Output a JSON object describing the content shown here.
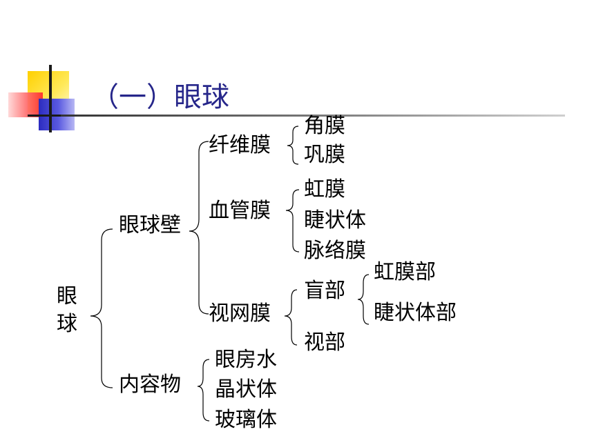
{
  "title": "（一）眼球",
  "colors": {
    "title": "#26268a",
    "square_yellow": "#ffdd00",
    "square_red": "#ff4444",
    "square_blue": "#3333cc",
    "rule_gray": "#888888"
  },
  "tree": {
    "root_chars": [
      "眼",
      "球"
    ],
    "wall": "眼球壁",
    "fibrous": "纤维膜",
    "cornea": "角膜",
    "sclera": "巩膜",
    "vascular": "血管膜",
    "iris": "虹膜",
    "ciliary_body": "睫状体",
    "choroid": "脉络膜",
    "retina": "视网膜",
    "blind_part": "盲部",
    "iris_part": "虹膜部",
    "ciliary_part": "睫状体部",
    "optic_part": "视部",
    "contents": "内容物",
    "aqueous": "眼房水",
    "lens": "晶状体",
    "vitreous": "玻璃体"
  }
}
